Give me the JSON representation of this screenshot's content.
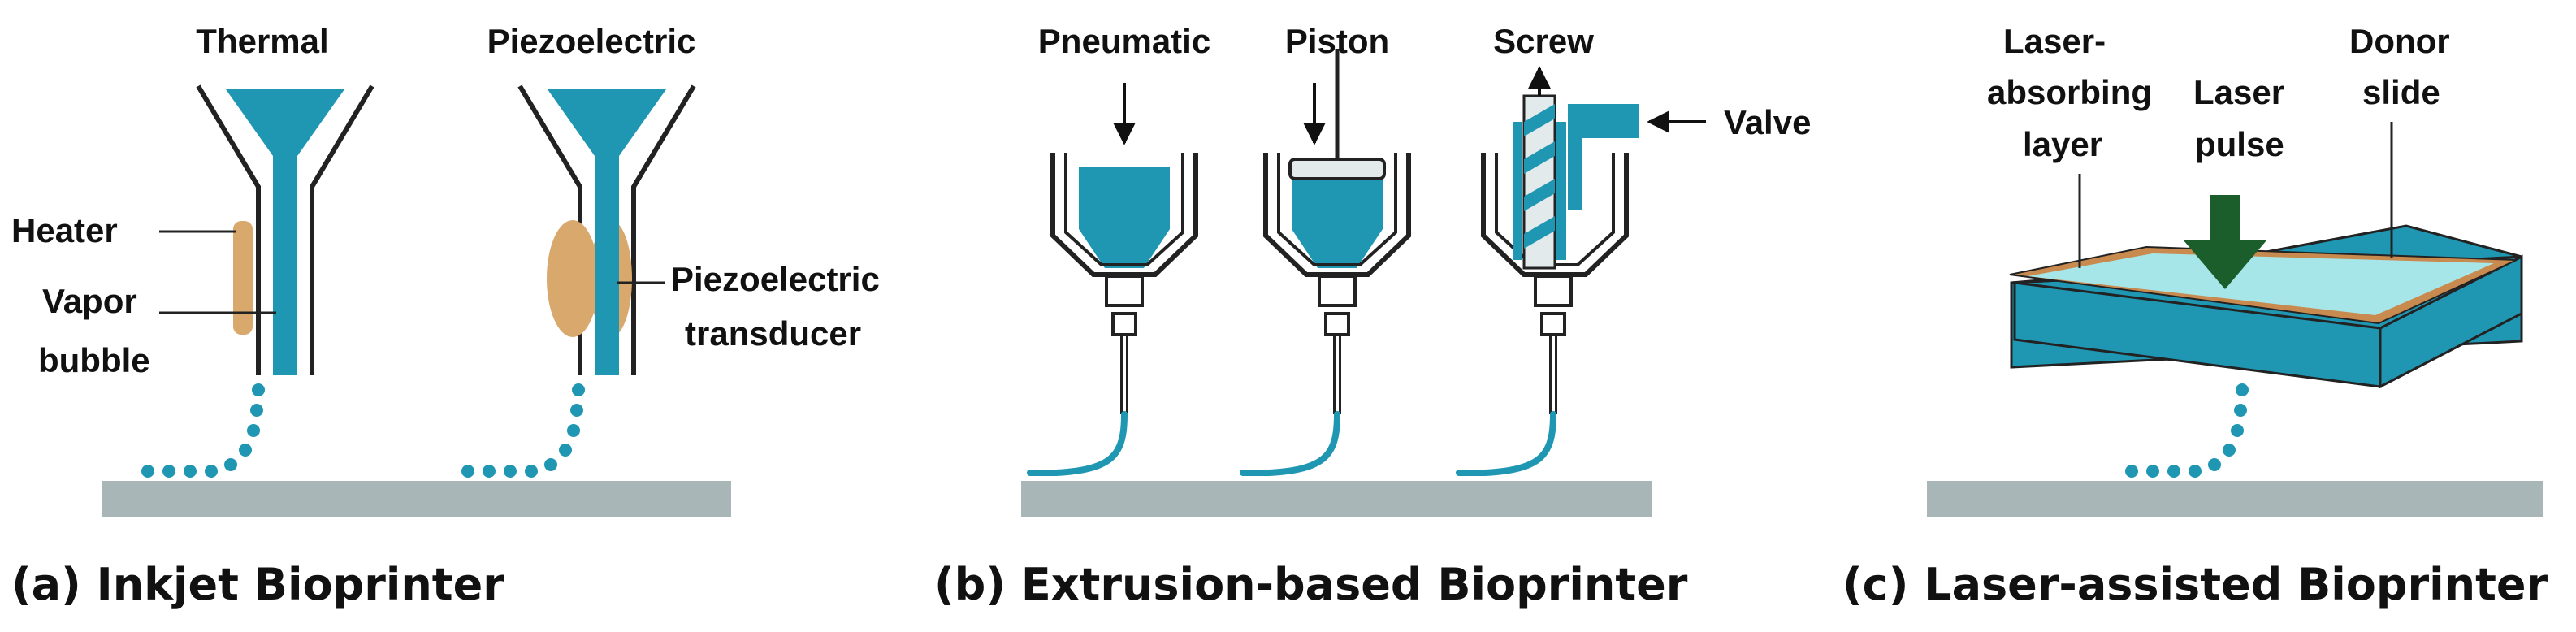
{
  "panels": {
    "a": {
      "caption": "(a) Inkjet Bioprinter",
      "thermal": "Thermal",
      "piezo": "Piezoelectric",
      "heater": "Heater",
      "vapor1": "Vapor",
      "vapor2": "bubble",
      "transducer1": "Piezoelectric",
      "transducer2": "transducer"
    },
    "b": {
      "caption": "(b) Extrusion-based Bioprinter",
      "pneumatic": "Pneumatic",
      "piston": "Piston",
      "screw": "Screw",
      "valve": "Valve"
    },
    "c": {
      "caption": "(c) Laser-assisted Bioprinter",
      "absorb1": "Laser-",
      "absorb2": "absorbing",
      "absorb3": "layer",
      "pulse1": "Laser",
      "pulse2": "pulse",
      "donor1": "Donor",
      "donor2": "slide"
    }
  },
  "colors": {
    "bioink": "#1f97b3",
    "substrate": "#a9b6b8",
    "heater": "#d9a86c",
    "laser_arrow": "#1b5e2b",
    "donor_frame": "#c98a4f",
    "donor_top": "#a6e6e8",
    "tube": "#222222"
  }
}
